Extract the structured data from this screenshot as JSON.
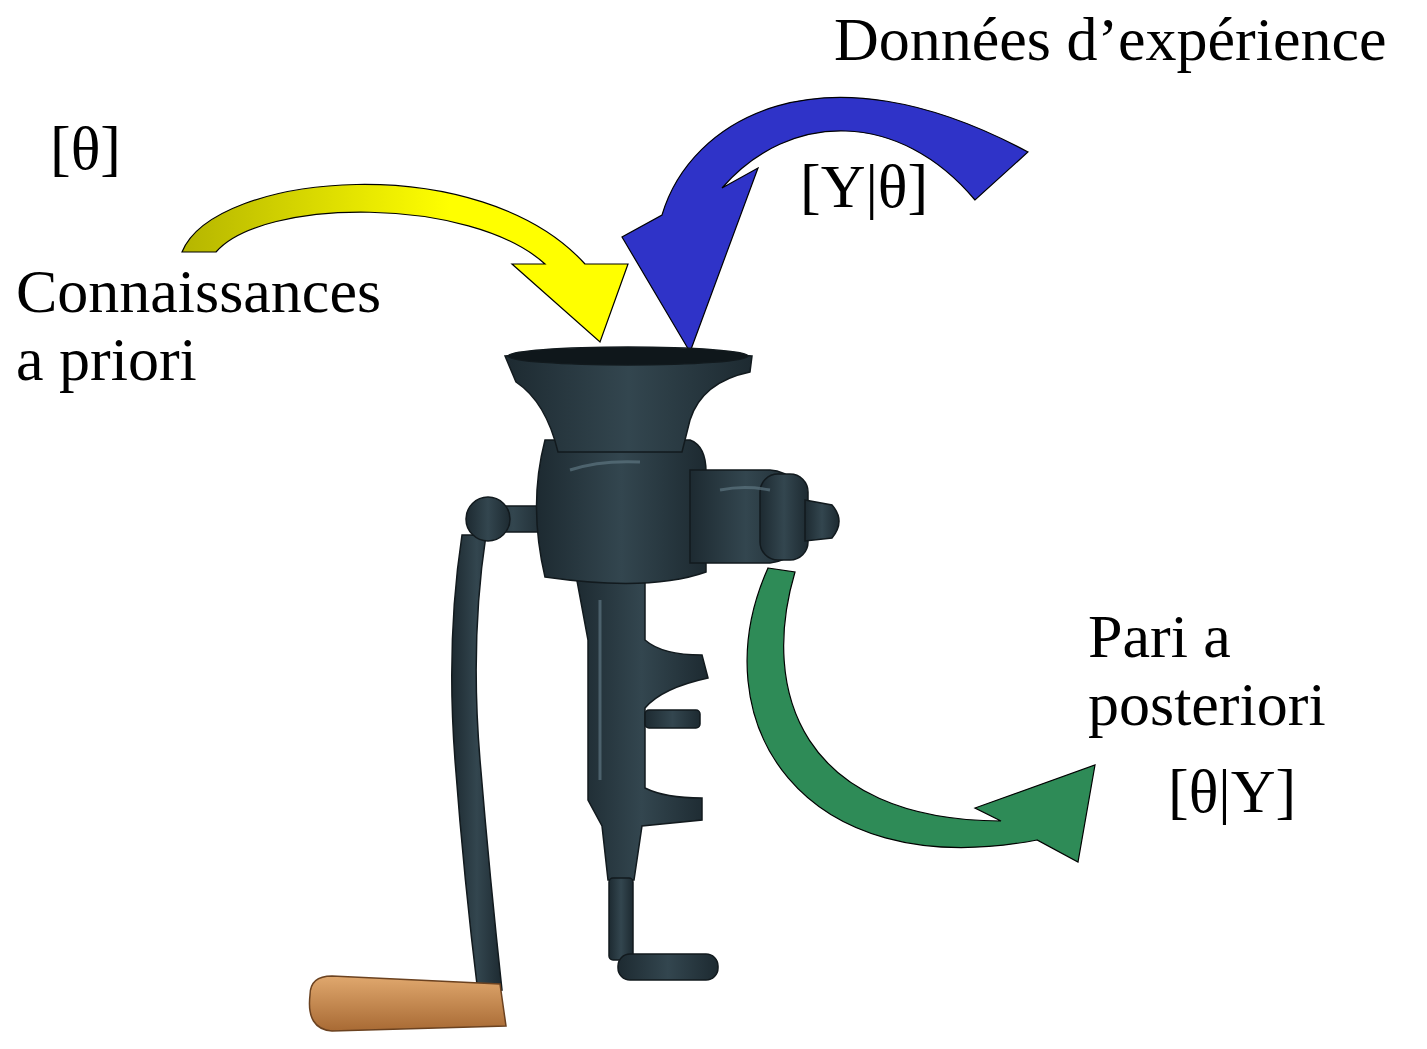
{
  "diagram": {
    "labels": [
      "[θ]",
      "Connaissances a priori",
      "Données d’expérience",
      "[Y|θ]",
      "Pari a posteriori",
      "[θ|Y]"
    ]
  }
}
